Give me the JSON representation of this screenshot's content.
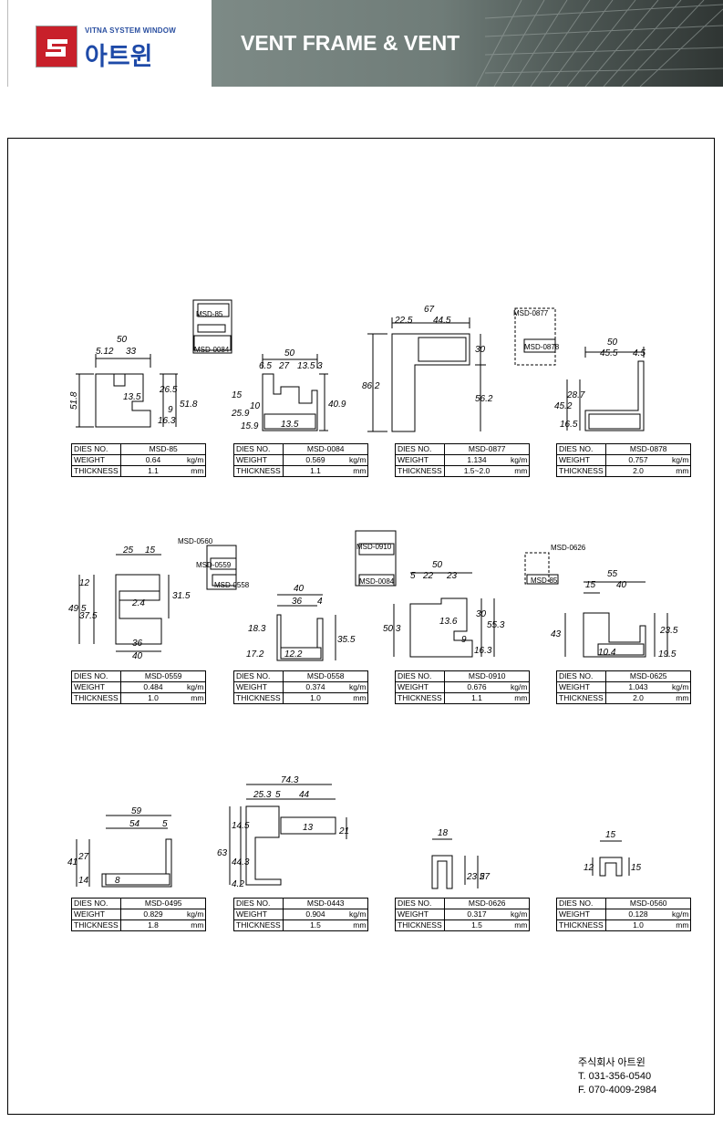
{
  "header": {
    "brand_small": "VITNA SYSTEM WINDOW",
    "brand_name": "아트윈",
    "title": "VENT FRAME & VENT",
    "brand_color": "#c8202a",
    "brand_text_color": "#1e4aa8"
  },
  "labels": {
    "dies": "DIES NO.",
    "weight": "WEIGHT",
    "thickness": "THICKNESS",
    "kgm": "kg/m",
    "mm": "mm"
  },
  "profiles": [
    {
      "dies": "MSD-85",
      "weight": "0.64",
      "thickness": "1.1",
      "dims": [
        "50",
        "5.12",
        "33",
        "51.8",
        "13.5",
        "26.5",
        "16.3",
        "9",
        "51.8"
      ],
      "tags": [
        "MSD-85",
        "MSD-0084"
      ]
    },
    {
      "dies": "MSD-0084",
      "weight": "0.569",
      "thickness": "1.1",
      "dims": [
        "50",
        "6.5",
        "27",
        "13.5",
        "3",
        "15",
        "25.9",
        "10",
        "15.9",
        "13.5",
        "40.9"
      ]
    },
    {
      "dies": "MSD-0877",
      "weight": "1.134",
      "thickness": "1.5~2.0",
      "dims": [
        "67",
        "22.5",
        "44.5",
        "86.2",
        "30",
        "56.2"
      ],
      "tags": [
        "MSD-0877",
        "MSD-0878"
      ]
    },
    {
      "dies": "MSD-0878",
      "weight": "0.757",
      "thickness": "2.0",
      "dims": [
        "50",
        "45.5",
        "4.5",
        "45.2",
        "28.7",
        "16.5"
      ]
    },
    {
      "dies": "MSD-0559",
      "weight": "0.484",
      "thickness": "1.0",
      "dims": [
        "25",
        "15",
        "12",
        "49.5",
        "37.5",
        "31.5",
        "2.4",
        "36",
        "40"
      ],
      "tags": [
        "MSD-0560",
        "MSD-0559",
        "MSD-0558"
      ]
    },
    {
      "dies": "MSD-0558",
      "weight": "0.374",
      "thickness": "1.0",
      "dims": [
        "40",
        "36",
        "4",
        "18.3",
        "17.2",
        "12.2",
        "35.5"
      ]
    },
    {
      "dies": "MSD-0910",
      "weight": "0.676",
      "thickness": "1.1",
      "dims": [
        "50",
        "5",
        "22",
        "23",
        "50.3",
        "13.6",
        "30",
        "55.3",
        "16.3",
        "9"
      ],
      "tags": [
        "MSD-0910",
        "MSD-0084"
      ]
    },
    {
      "dies": "MSD-0625",
      "weight": "1.043",
      "thickness": "2.0",
      "dims": [
        "55",
        "15",
        "40",
        "43",
        "23.5",
        "10.4",
        "19.5"
      ],
      "tags": [
        "MSD-0626",
        "MSD-85"
      ]
    },
    {
      "dies": "MSD-0495",
      "weight": "0.829",
      "thickness": "1.8",
      "dims": [
        "59",
        "54",
        "5",
        "41",
        "27",
        "14",
        "8"
      ]
    },
    {
      "dies": "MSD-0443",
      "weight": "0.904",
      "thickness": "1.5",
      "dims": [
        "74.3",
        "25.3",
        "5",
        "44",
        "14.5",
        "13",
        "21",
        "63",
        "44.3",
        "4.2"
      ]
    },
    {
      "dies": "MSD-0626",
      "weight": "0.317",
      "thickness": "1.5",
      "dims": [
        "18",
        "23.5",
        "27"
      ]
    },
    {
      "dies": "MSD-0560",
      "weight": "0.128",
      "thickness": "1.0",
      "dims": [
        "15",
        "12",
        "15"
      ]
    }
  ],
  "company": {
    "name": "주식회사 아트윈",
    "tel": "T. 031-356-0540",
    "fax": "F. 070-4009-2984"
  }
}
